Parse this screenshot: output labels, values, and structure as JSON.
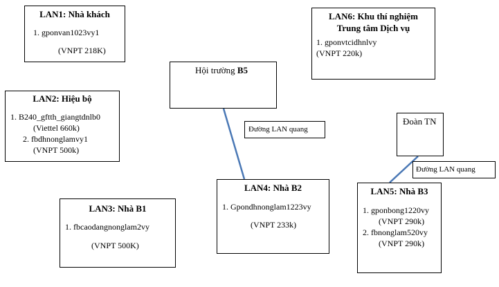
{
  "network": {
    "link_color": "#4a78b5",
    "lan1": {
      "title": "LAN1: Nhà khách",
      "item1": "1. gponvan1023vy1",
      "item1_isp": "(VNPT 218K)"
    },
    "lan2": {
      "title": "LAN2: Hiệu bộ",
      "item1": "1. B240_gftth_giangtdnlb0",
      "item1_isp": "(Viettel 660k)",
      "item2": "2. fbdhnonglamvy1",
      "item2_isp": "(VNPT 500k)"
    },
    "lan3": {
      "title": "LAN3: Nhà B1",
      "item1": "1. fbcaodangnonglam2vy",
      "item1_isp": "(VNPT 500K)"
    },
    "lan4": {
      "title": "LAN4: Nhà B2",
      "item1": "1. Gpondhnonglam1223vy",
      "item1_isp": "(VNPT 233k)"
    },
    "lan5": {
      "title": "LAN5: Nhà B3",
      "item1": "1. gponbong1220vy",
      "item1_isp": "(VNPT 290k)",
      "item2": "2. fbnonglam520vy",
      "item2_isp": "(VNPT 290k)"
    },
    "lan6": {
      "title_line1": "LAN6: Khu thí nghiệm",
      "title_line2": "Trung tâm Dịch vụ",
      "item1": "1. gponvtcidhnlvy",
      "item1_isp": "(VNPT 220k)"
    },
    "hall": {
      "label_prefix": "Hội trường ",
      "label_bold": "B5"
    },
    "youth": {
      "label": "Đoàn TN"
    },
    "fiber_label_1": "Đường LAN quang",
    "fiber_label_2": "Đường LAN quang"
  }
}
